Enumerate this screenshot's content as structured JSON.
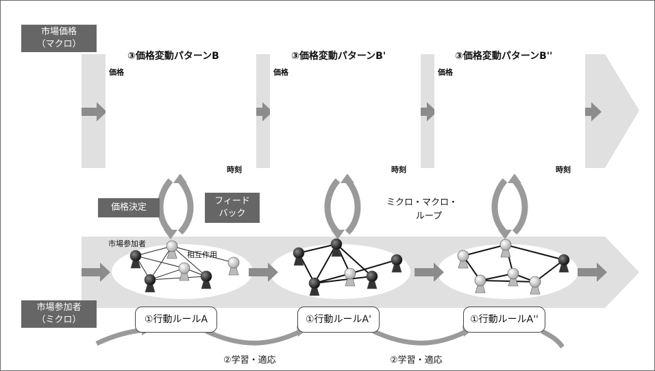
{
  "labels": {
    "market_price": [
      "市場価格",
      "（マクロ）"
    ],
    "participants": [
      "市場参加者",
      "（ミクロ）"
    ],
    "price_decision": "価格決定",
    "feedback": [
      "フィード",
      "バック"
    ],
    "micro_macro_loop": [
      "ミクロ・マクロ・",
      "ループ"
    ],
    "participant_label": "市場参加者",
    "interaction_label": "相互作用",
    "learning": [
      "②学習・適応",
      "②学習・適応"
    ]
  },
  "panels": [
    {
      "title": "③価格変動パターンB",
      "ylabel": "価格",
      "xlabel": "時刻"
    },
    {
      "title": "③価格変動パターンB'",
      "ylabel": "価格",
      "xlabel": "時刻"
    },
    {
      "title": "③価格変動パターンB''",
      "ylabel": "価格",
      "xlabel": "時刻"
    }
  ],
  "rules": [
    "①行動ルールA",
    "①行動ルールA'",
    "①行動ルールA''"
  ],
  "colors": {
    "band": "#e0e0e0",
    "arrow": "#8c8c8c",
    "label_bg": "#666666",
    "loop": "#9a9a9a"
  }
}
